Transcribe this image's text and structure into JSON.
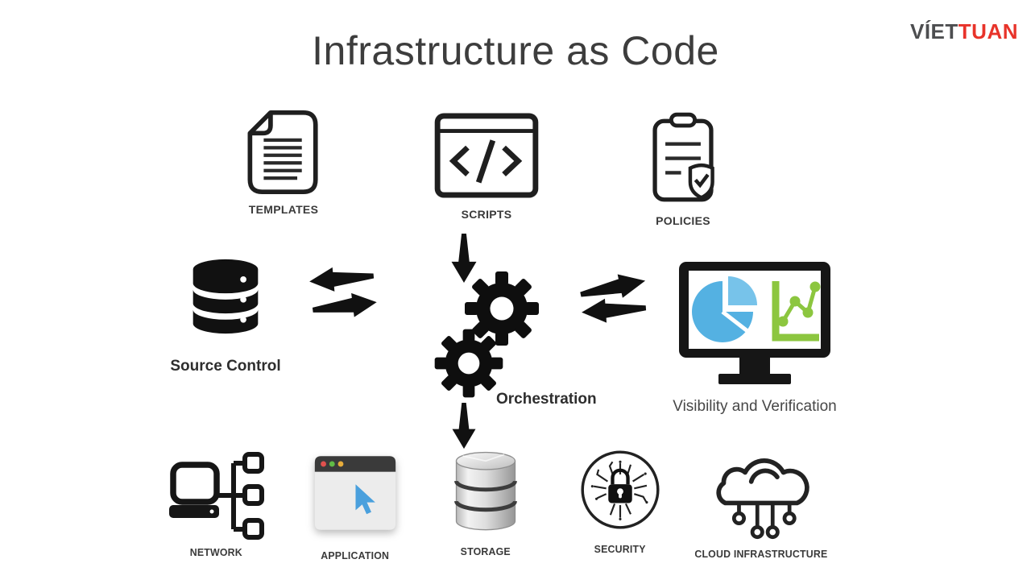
{
  "title": "Infrastructure as Code",
  "logo": {
    "part1": "VÍET",
    "part2": "TUAN"
  },
  "nodes": {
    "templates": {
      "label": "TEMPLATES",
      "icon": "document-icon"
    },
    "scripts": {
      "label": "SCRIPTS",
      "icon": "code-window-icon"
    },
    "policies": {
      "label": "POLICIES",
      "icon": "clipboard-shield-icon"
    },
    "source_control": {
      "label": "Source Control",
      "icon": "database-icon"
    },
    "orchestration": {
      "label": "Orchestration",
      "icon": "gears-icon"
    },
    "visibility": {
      "label": "Visibility and Verification",
      "icon": "monitor-charts-icon"
    },
    "network": {
      "label": "NETWORK",
      "icon": "network-icon"
    },
    "application": {
      "label": "APPLICATION",
      "icon": "application-window-icon"
    },
    "storage": {
      "label": "STORAGE",
      "icon": "storage-cylinder-icon"
    },
    "security": {
      "label": "SECURITY",
      "icon": "security-lock-icon"
    },
    "cloud_infrastructure": {
      "label": "CLOUD INFRASTRUCTURE",
      "icon": "cloud-icon"
    }
  },
  "connections": [
    {
      "from": "scripts",
      "to": "orchestration",
      "type": "one-way-down"
    },
    {
      "from": "source_control",
      "to": "orchestration",
      "type": "two-way-exchange"
    },
    {
      "from": "orchestration",
      "to": "visibility",
      "type": "two-way-exchange"
    },
    {
      "from": "orchestration",
      "to": "storage",
      "type": "one-way-down"
    }
  ],
  "colors": {
    "ink": "#1a1a1a",
    "logo_red": "#e8332a",
    "pie_blue": "#54b1e2",
    "pie_blue_light": "#77c3ea",
    "chart_green": "#8cc63f",
    "cursor_blue": "#4aa0dd",
    "titlebar_dark": "#3a3a3a"
  }
}
